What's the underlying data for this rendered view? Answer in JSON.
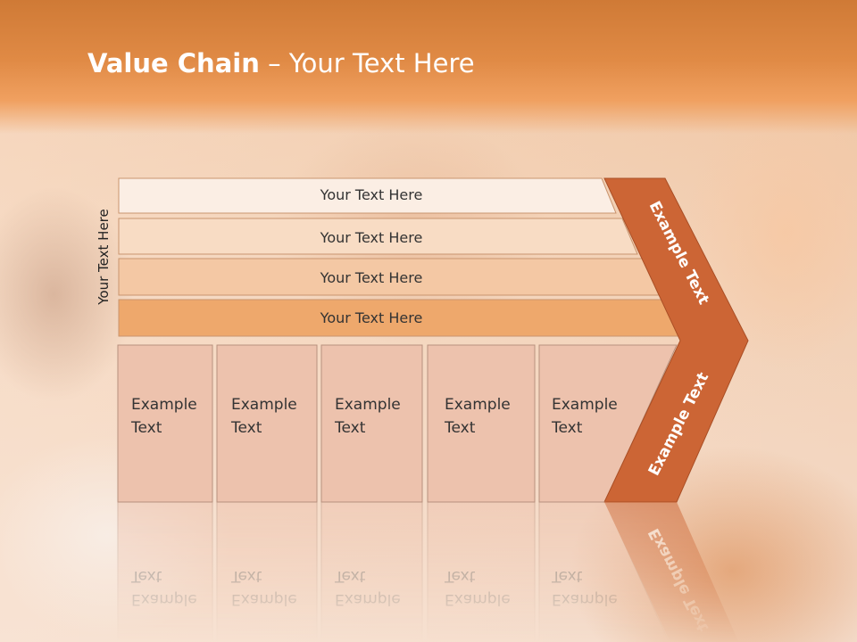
{
  "slide": {
    "title_bold": "Value Chain",
    "title_rest": " – Your Text Here",
    "side_label": "Your Text Here"
  },
  "bars": [
    {
      "label": "Your Text Here",
      "fill": "#fbeee4"
    },
    {
      "label": "Your Text Here",
      "fill": "#f8dcc4"
    },
    {
      "label": "Your Text Here",
      "fill": "#f4c8a4"
    },
    {
      "label": "Your Text Here",
      "fill": "#eea86c"
    }
  ],
  "boxes": [
    {
      "line1": "Example",
      "line2": "Text"
    },
    {
      "line1": "Example",
      "line2": "Text"
    },
    {
      "line1": "Example",
      "line2": "Text"
    },
    {
      "line1": "Example",
      "line2": "Text"
    },
    {
      "line1": "Example",
      "line2": "Text"
    }
  ],
  "chevron": {
    "upper_label": "Example Text",
    "lower_label": "Example Text",
    "fill": "#cc6535"
  },
  "colors": {
    "header": "#e08a45",
    "box_fill": "#edc2ad",
    "box_stroke": "#b8917e"
  }
}
